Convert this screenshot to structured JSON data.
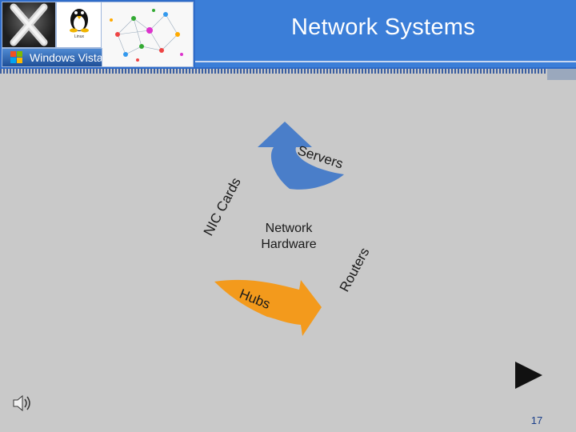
{
  "slide": {
    "title": "Network Systems",
    "page_number": "17"
  },
  "logos": {
    "vista_label": "Windows Vista",
    "tux_caption": "Linux"
  },
  "diagram": {
    "center_label_line1": "Network",
    "center_label_line2": "Hardware",
    "arrows": [
      {
        "name": "Servers",
        "color": "#4a7ec9"
      },
      {
        "name": "Hubs",
        "color": "#f39a1c"
      }
    ],
    "side_labels": [
      "NIC Cards",
      "Routers"
    ]
  },
  "controls": {
    "next_icon": "play-icon",
    "audio_icon": "speaker-icon"
  }
}
